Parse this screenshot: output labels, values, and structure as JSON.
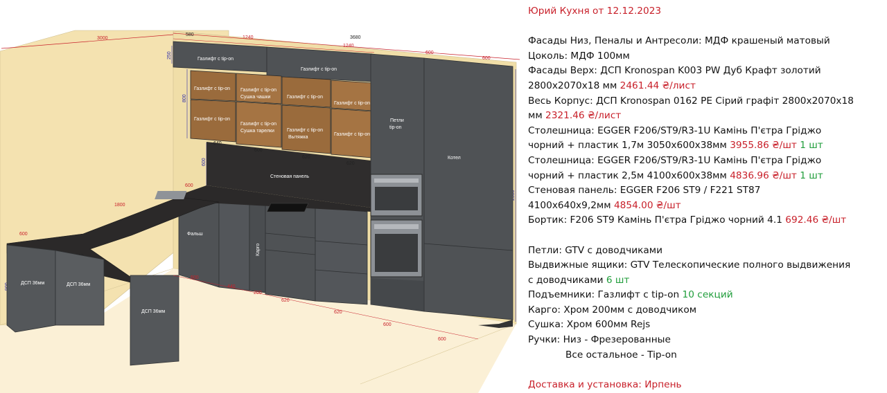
{
  "drawing": {
    "dims": {
      "d3000": "3000",
      "d580": "580",
      "d1240a": "1240",
      "d3680": "3680",
      "d1240b": "1240",
      "d600a": "600",
      "d600b": "600",
      "d250": "250",
      "d800": "800",
      "d600v": "600",
      "d2550": "2550",
      "d640": "640",
      "d600u": "600",
      "d620u1": "620",
      "d620u2": "620",
      "d600c": "600",
      "d1800": "1800",
      "d600d": "600",
      "d1600": "1600",
      "d900": "900",
      "b600a": "600",
      "b440": "440",
      "b200": "200",
      "b620a": "620",
      "b620b": "620",
      "b600b": "600",
      "b600c": "600"
    },
    "labels": {
      "gaslift1": "Газлифт с tip-on",
      "gaslift2": "Газлифт с tip-on",
      "g_l1": "Газлифт с tip-on",
      "g_l2": "Газлифт с tip-on",
      "g_l3": "Газлифт с tip-on",
      "g_l4": "Газлифт с tip-on",
      "g_l5": "Газлифт с tip-on",
      "g_l6": "Газлифт с tip-on",
      "g_l7": "Газлифт с tip-on",
      "g_l8": "Газлифт с tip-on",
      "dry_cups": "Сушка чашки",
      "dry_plates": "Сушка тарелки",
      "hood": "Вытяжка",
      "hinges1": "Петли",
      "hinges2": "tip-on",
      "boiler": "Котел",
      "wall_panel": "Стеновая панель",
      "false_panel": "Фальш",
      "cargo": "Карго",
      "dsp1": "ДСП 36мм",
      "dsp2": "ДСП 36мм",
      "dsp3": "ДСП 36мм"
    }
  },
  "spec": {
    "title": "Юрий Кухня от 12.12.2023",
    "l1": "Фасады Низ, Пеналы и Антресоли: МДФ крашеный матовый",
    "l2": "Цоколь: МДФ 100мм",
    "l3": "Фасады Верх: ДСП Kronospan K003 PW Дуб Крафт золотий",
    "l4a": "2800x2070x18 мм ",
    "l4p": "2461.44 ₴/лист",
    "l5": "Весь Корпус: ДСП Kronospan 0162 PE Сірий графіт 2800x2070x18",
    "l6a": "мм ",
    "l6p": "2321.46 ₴/лист",
    "l7": "Столешница: EGGER F206/ST9/R3-1U Камінь П'єтра Гріджо",
    "l8a": "чорний + пластик 1,7м 3050x600x38мм ",
    "l8p": "3955.86 ₴/шт",
    "l8q": " 1 шт",
    "l9": "Столешница: EGGER F206/ST9/R3-1U Камінь П'єтра Гріджо",
    "l10a": "чорний + пластик 2,5м 4100x600x38мм ",
    "l10p": "4836.96 ₴/шт",
    "l10q": " 1 шт",
    "l11": "Стеновая панель: EGGER F206 ST9 / F221 ST87",
    "l12a": "4100x640x9,2мм ",
    "l12p": "4854.00 ₴/шт",
    "l13a": "Бортик: F206 ST9 Камінь П'єтра Гріджо чорний 4.1 ",
    "l13p": "692.46 ₴/шт",
    "l14": "Петли: GTV с доводчиками",
    "l15": "Выдвижные ящики: GTV Телескопические полного выдвижения",
    "l16a": "с доводчиками ",
    "l16q": "6 шт",
    "l17a": "Подъемники: Газлифт с tip-on ",
    "l17q": "10 секций",
    "l18": "Карго: Хром 200мм с доводчиком",
    "l19": "Сушка: Хром 600мм Rejs",
    "l20": "Ручки: Низ - Фрезерованные",
    "l21": "Все остальное - Tip-on",
    "delivery": "Доставка и установка: Ирпень"
  },
  "colors": {
    "wall": "#f4e2b0",
    "floor": "#fbf0d6",
    "cabinet": "#4f5255",
    "cabinet_dark": "#3f4244",
    "oak": "#9a6b3c",
    "counter": "#2b2929",
    "price_red": "#c8202a",
    "qty_green": "#1f9d3a"
  }
}
